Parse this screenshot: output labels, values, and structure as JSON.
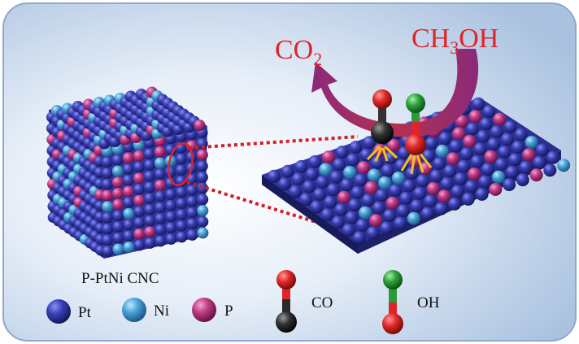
{
  "reaction": {
    "product_main": "CO",
    "product_sub": "2",
    "reactant_pre": "CH",
    "reactant_sub": "3",
    "reactant_post": "OH"
  },
  "catalyst_label": "P-PtNi CNC",
  "legend": {
    "atoms": [
      {
        "label": "Pt",
        "color": "#2a2f9e"
      },
      {
        "label": "Ni",
        "color": "#3c8fc8"
      },
      {
        "label": "P",
        "color": "#b3367f"
      }
    ],
    "molecules": [
      {
        "label": "CO",
        "top_color": "#e0242b",
        "bottom_color": "#2a2a2a"
      },
      {
        "label": "OH",
        "top_color": "#2b9a3a",
        "bottom_color": "#e0242b"
      }
    ]
  },
  "colors": {
    "panel_bg": "#c9d9ee",
    "accent_red": "#e0242b",
    "arrow": "#9a2a6e",
    "bond_yellow": "#f2c21b"
  }
}
